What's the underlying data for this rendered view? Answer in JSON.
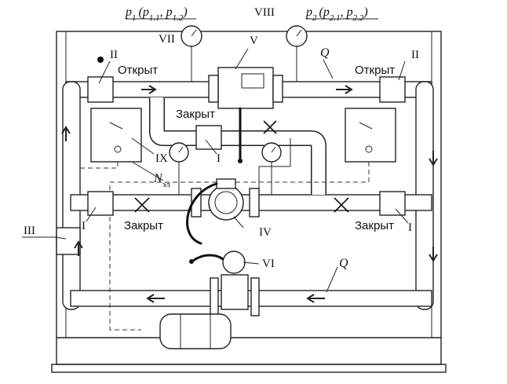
{
  "labels": {
    "p1": "p",
    "p1_sub": "1",
    "p1_paren": "(p",
    "p1_s1": "1.1",
    "p1_mid": ", p",
    "p1_s2": "1.2",
    "p1_close": ")",
    "p2": "p",
    "p2_sub": "2",
    "p2_paren": "(p",
    "p2_s1": "2.1",
    "p2_mid": ", p",
    "p2_s2": "2.2",
    "p2_close": ")",
    "viii": "VIII",
    "vii": "VII",
    "v": "V",
    "q_top": "Q",
    "q_bottom": "Q",
    "ii_left": "II",
    "ii_right": "II",
    "open_left": "Открыт",
    "open_right": "Открыт",
    "closed_top": "Закрыт",
    "closed_left": "Закрыт",
    "closed_right": "Закрыт",
    "ix": "IX",
    "i_mid": "I",
    "i_left": "I",
    "i_right": "I",
    "n_el": "N",
    "n_el_sub": "эл",
    "iv": "IV",
    "vi": "VI",
    "iii": "III"
  }
}
